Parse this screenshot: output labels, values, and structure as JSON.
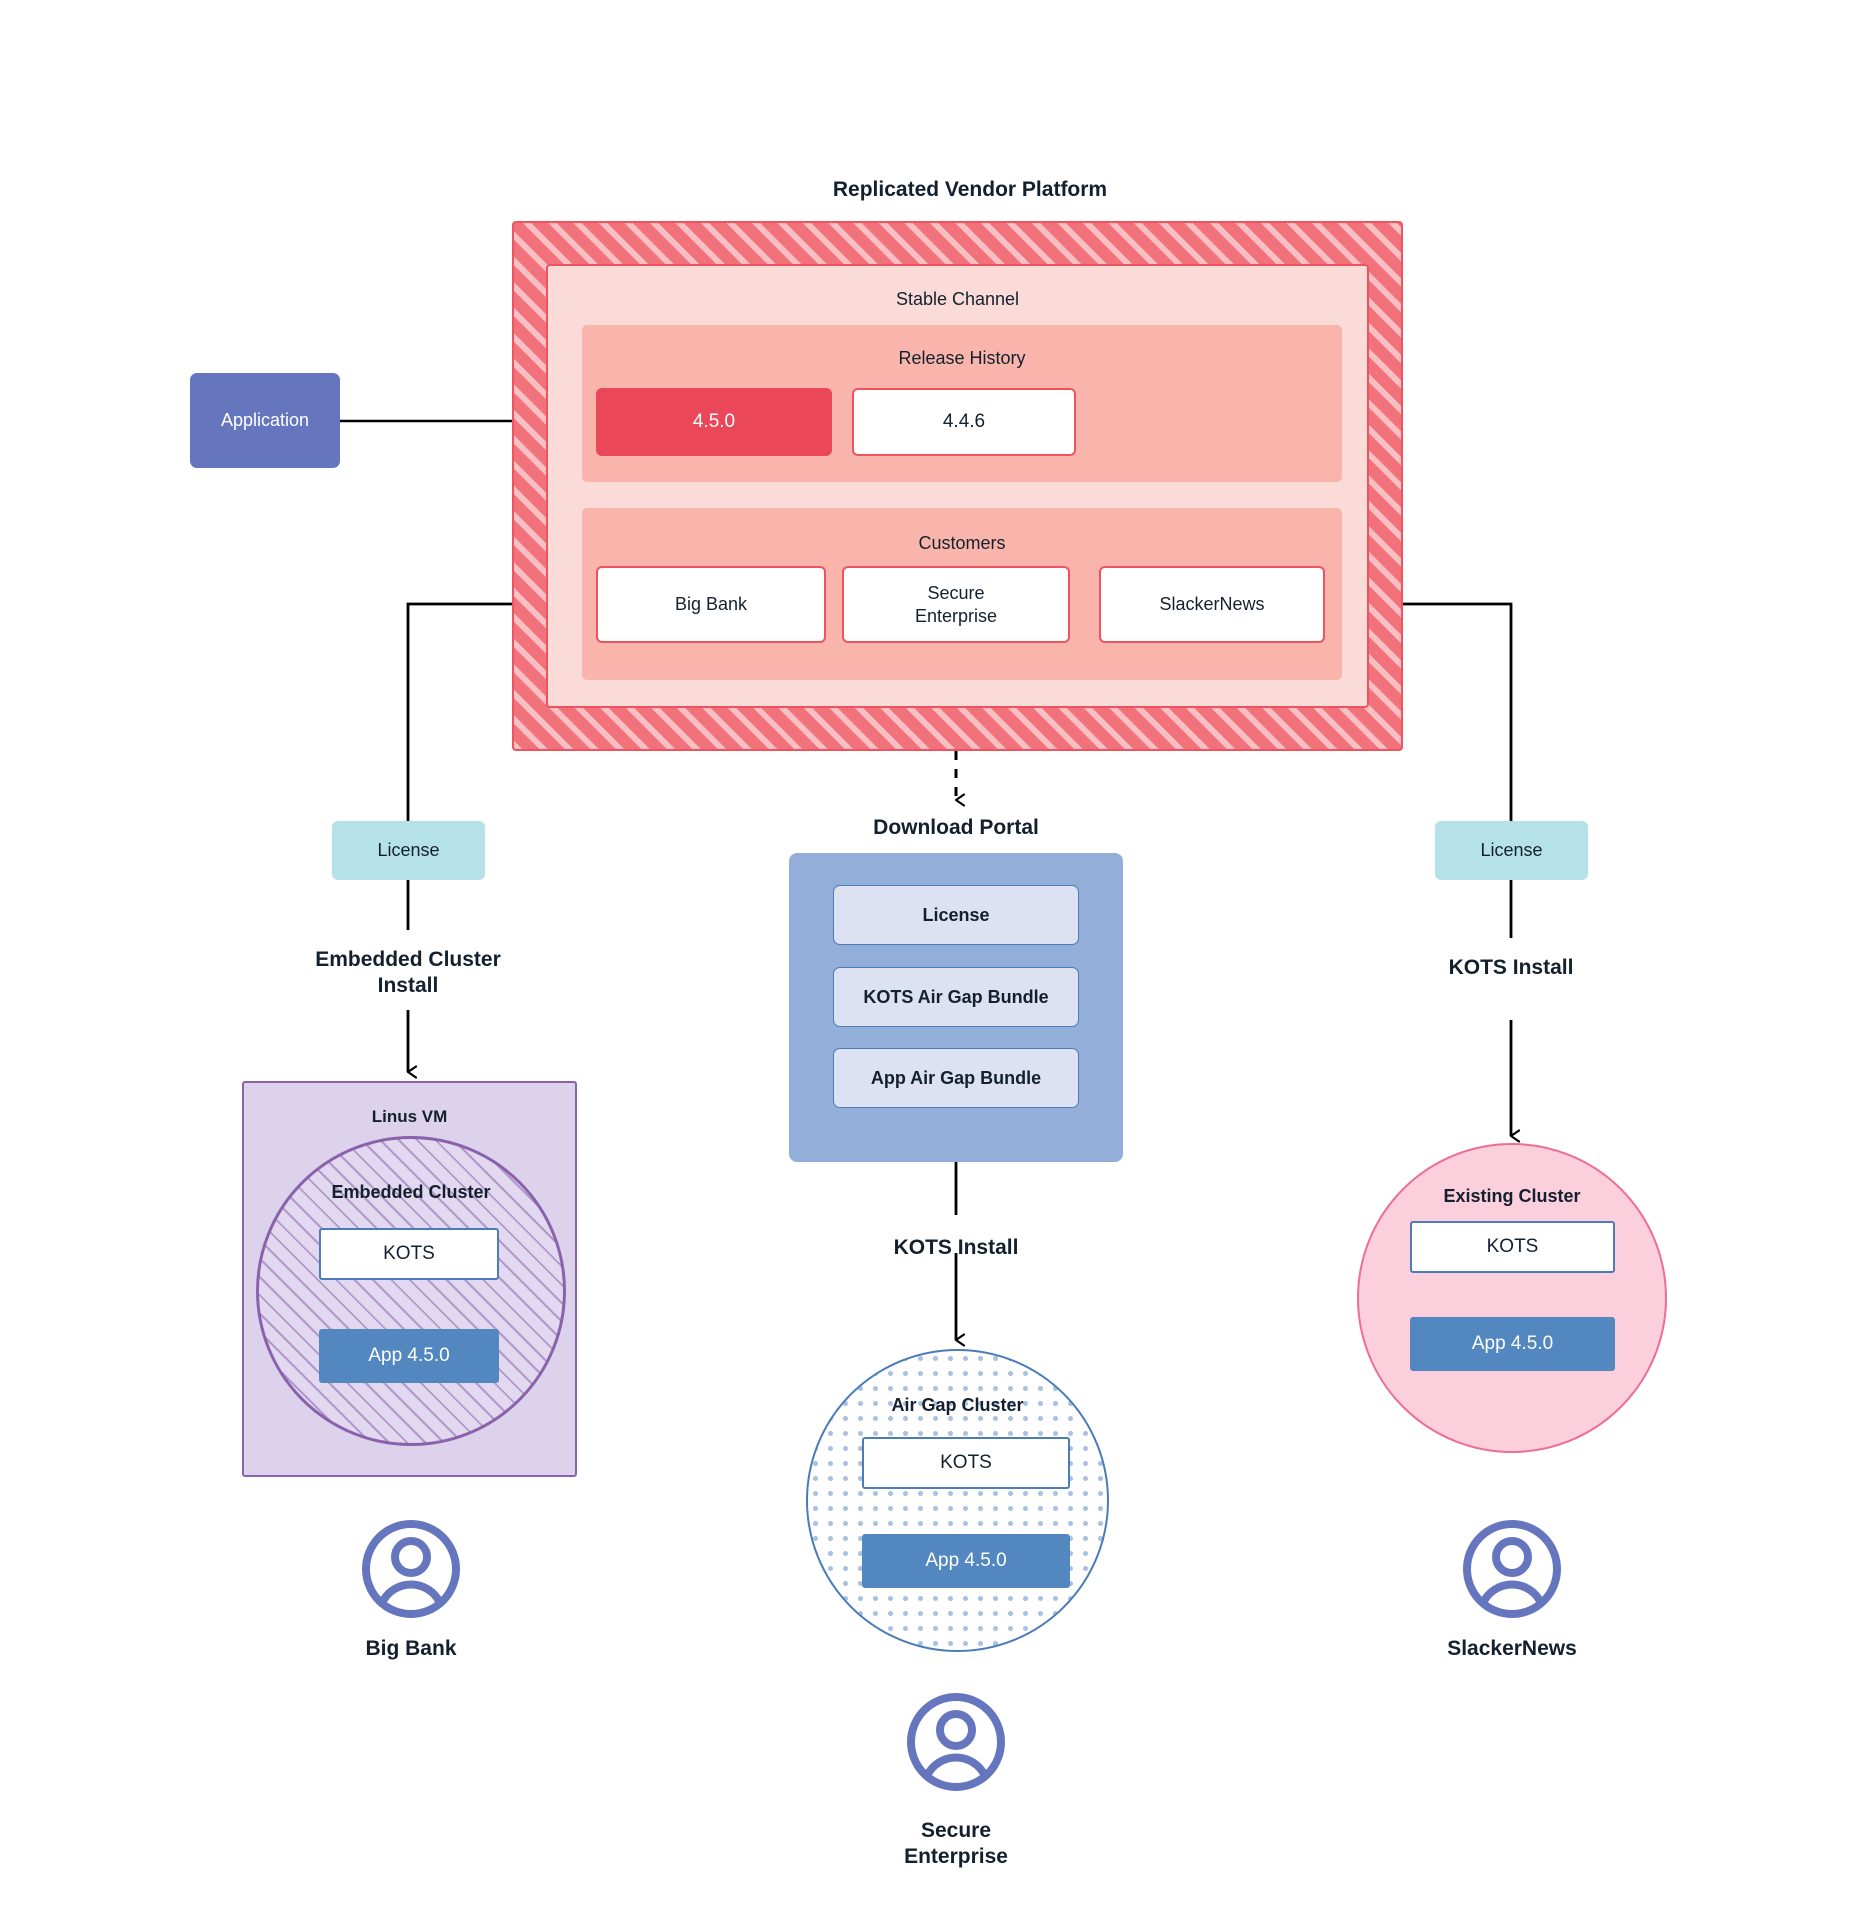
{
  "platform": {
    "title": "Replicated Vendor Platform",
    "channel_label": "Stable Channel",
    "release_history_label": "Release History",
    "releases": [
      {
        "version": "4.5.0",
        "state": "current"
      },
      {
        "version": "4.4.6",
        "state": "previous"
      }
    ],
    "customers_label": "Customers",
    "customers": [
      "Big Bank",
      "Secure\nEnterprise",
      "SlackerNews"
    ]
  },
  "application": {
    "label": "Application"
  },
  "licenses": {
    "left_label": "License",
    "right_label": "License"
  },
  "download_portal": {
    "title": "Download  Portal",
    "items": [
      "License",
      "KOTS Air Gap Bundle",
      "App Air Gap Bundle"
    ]
  },
  "flows": {
    "left_install": "Embedded Cluster\nInstall",
    "center_install": "KOTS Install",
    "right_install": "KOTS Install"
  },
  "left_cluster": {
    "vm_title": "Linus VM",
    "cluster_title": "Embedded Cluster",
    "kots_label": "KOTS",
    "app_label": "App 4.5.0",
    "persona": "Big Bank"
  },
  "center_cluster": {
    "cluster_title": "Air Gap Cluster",
    "kots_label": "KOTS",
    "app_label": "App 4.5.0",
    "persona": "Secure\nEnterprise"
  },
  "right_cluster": {
    "cluster_title": "Existing Cluster",
    "kots_label": "KOTS",
    "app_label": "App 4.5.0",
    "persona": "SlackerNews"
  },
  "colors": {
    "platform_hatch": "#f1727a",
    "platform_border": "#ef5360",
    "channel_fill": "#fadbd7",
    "panel_fill": "#f9b5ab",
    "release_current": "#ea4758",
    "application": "#6576be",
    "license": "#b5e1e8",
    "portal": "#93aed8",
    "portal_item": "#dde2f2",
    "vm_fill": "#dcd2ec",
    "vm_border": "#8a62ab",
    "existing_fill": "#fbd0dc",
    "existing_border": "#ef6d91",
    "airgap_border": "#4a7cba",
    "app_box": "#5287c0",
    "persona": "#6576be"
  }
}
